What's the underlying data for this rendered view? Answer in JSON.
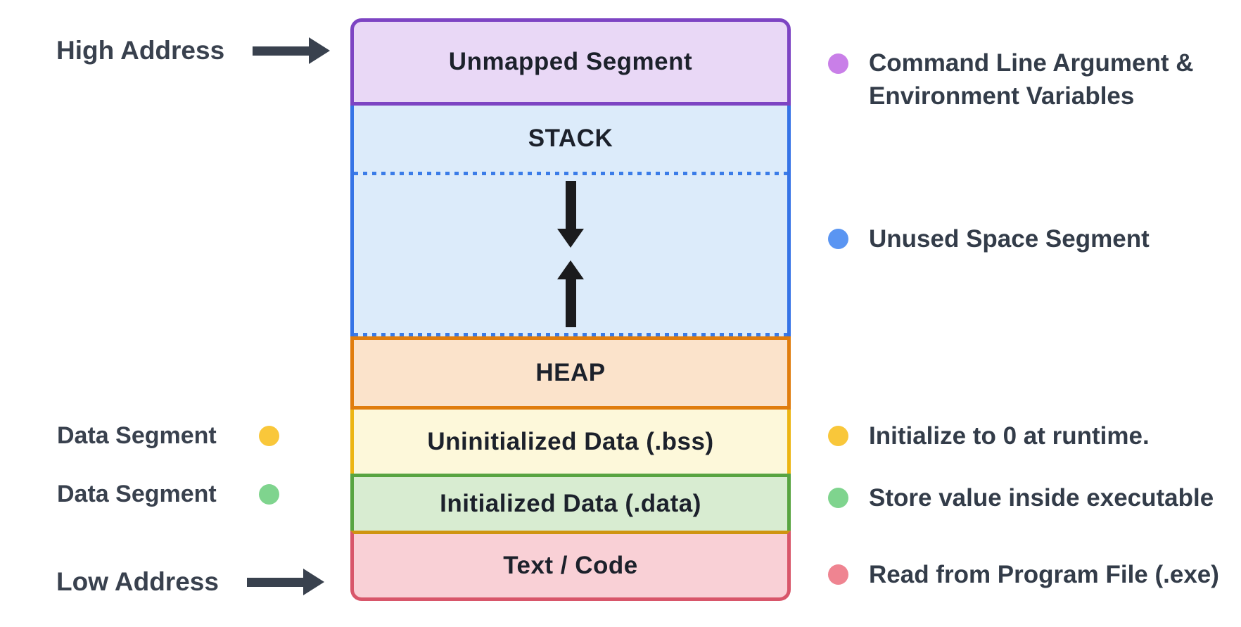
{
  "colors": {
    "background": "#ffffff",
    "annotation_text": "#39414e",
    "segment_label_text": "#1c212b",
    "legend_text": "#333c49",
    "black_arrow": "#1b1b1d",
    "dotted_line": "#3b7ce8",
    "gold_divider": "#cf9410"
  },
  "memory_box": {
    "segments": [
      {
        "id": "unmapped",
        "label": "Unmapped Segment",
        "bg": "#e9d8f6",
        "border": "#7d44c3"
      },
      {
        "id": "stack",
        "label": "STACK",
        "bg": "#dcebfa",
        "border": "#3573e6",
        "dotted_line_color": "#3b7ce8"
      },
      {
        "id": "unused",
        "label": "",
        "bg": "#dcebfa",
        "arrow_color": "#1b1b1d"
      },
      {
        "id": "heap",
        "label": "HEAP",
        "bg": "#fbe3cb",
        "border": "#e07d0e"
      },
      {
        "id": "bss",
        "label": "Uninitialized Data (.bss)",
        "bg": "#fdf8da",
        "border": "#ecb513"
      },
      {
        "id": "data",
        "label": "Initialized Data (.data)",
        "bg": "#d8ecd1",
        "border": "#58a441"
      },
      {
        "id": "text_code",
        "label": "Text / Code",
        "bg": "#f9d0d6",
        "border": "#d8566a",
        "top_border": "#cf9410"
      }
    ]
  },
  "left_annotations": {
    "high_address": {
      "label": "High Address"
    },
    "data_segment_bss": {
      "label": "Data Segment",
      "dot_color": "#f9c73a"
    },
    "data_segment_data": {
      "label": "Data Segment",
      "dot_color": "#7fd48e"
    },
    "low_address": {
      "label": "Low Address"
    }
  },
  "legend": {
    "cmdline": {
      "dot_color": "#c97fe8",
      "line1": "Command Line Argument &",
      "line2": "Environment Variables"
    },
    "unused": {
      "dot_color": "#5a95f2",
      "text": "Unused Space Segment"
    },
    "bss": {
      "dot_color": "#f9c73a",
      "text": "Initialize to 0 at runtime."
    },
    "data": {
      "dot_color": "#7fd48e",
      "text": "Store value inside executable"
    },
    "text_code": {
      "dot_color": "#ef8491",
      "text": "Read from Program File (.exe)"
    }
  }
}
